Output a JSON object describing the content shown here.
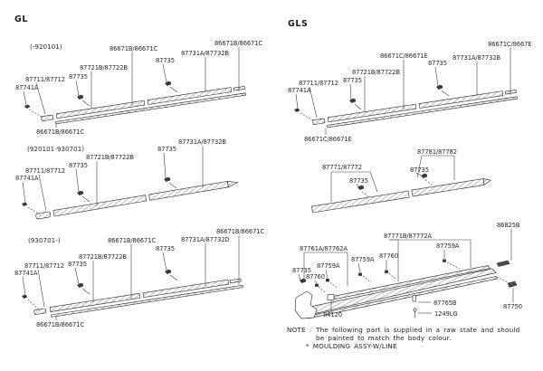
{
  "gl": {
    "title": "GL",
    "diagrams": [
      {
        "variant": "(-920101)",
        "labels": [
          "87711/87712",
          "87741A",
          "87735",
          "87721B/87722B",
          "86671B/86671C",
          "87735",
          "87731A/87732B",
          "86671B/86671C",
          "86671B/86671C"
        ]
      },
      {
        "variant": "(920101-930701)",
        "labels": [
          "87711/87712",
          "87741A",
          "87735",
          "87721B/87722B",
          "87735",
          "87731A/87732B"
        ]
      },
      {
        "variant": "(930701-)",
        "labels": [
          "87711/87712",
          "87741A",
          "87735",
          "87721B/87722B",
          "86671B/86671C",
          "87735",
          "87731A/87732D",
          "86671B/86671C",
          "86671B/86671C"
        ]
      }
    ]
  },
  "gls": {
    "title": "GLS",
    "diagrams": [
      {
        "labels": [
          "87711/87712",
          "87741A",
          "87735",
          "87721B/87722B",
          "86671C/86671E",
          "87735",
          "87731A/87732B",
          "86671C/8667E",
          "86671C/86671E"
        ]
      },
      {
        "labels": [
          "87771/87772",
          "87735",
          "87781/87782",
          "87735"
        ]
      },
      {
        "labels": [
          "86825B",
          "87771B/87772A",
          "87759A",
          "87761A/87762A",
          "87760",
          "87759A",
          "87759A",
          "87735",
          "87760",
          "84120",
          "87765B",
          "1249LG",
          "87750"
        ]
      }
    ]
  },
  "note": {
    "label": "NOTE :",
    "line1": "The following part is supplied in a raw state and should",
    "line2": "be painted to match the body colour.",
    "line3": "* MOULDING ASSY-W/LINE"
  }
}
